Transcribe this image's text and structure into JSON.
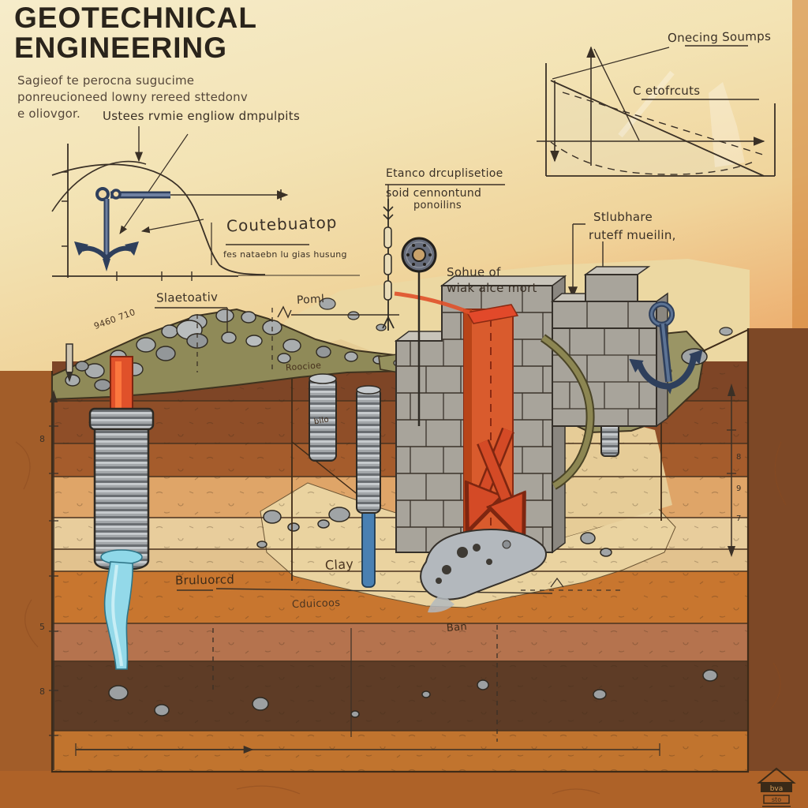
{
  "header": {
    "title": "GEOTECHNICAL ENGINEERING",
    "subtitle": "Sagieof te perocna sugucime ponreucioneed lowny rereed sttedonv e oliovgor."
  },
  "anchor_diagram": {
    "caption": "Ustees rvmie engliow dmpulpits",
    "title": "Coutebuatop",
    "subtitle": "fes nataebn lu gias husung"
  },
  "pressure_chart": {
    "series_label": "Onecing Soumps",
    "axis_label": "C etofrcuts"
  },
  "section_labels": {
    "drainage_title": "Etanco drcuplisetioe",
    "drainage_line2": "soid cennontund",
    "drainage_line3": "ponoilins",
    "gravel_blanket": "Slaetoativ",
    "panel": "Poml",
    "seepage_line1": "Sohue of",
    "seepage_line2": "wiak alce mort",
    "wall_line1": "Stlubhare",
    "wall_line2": "ruteff mueilin,",
    "elevation_note": "9460 710",
    "soil_note_upper": "Roocioe",
    "soil_note_mid": "bilo",
    "clay": "Clay",
    "aquifer_band": "Bruluorcd",
    "lower_band": "Cduicoos",
    "bedrock_note": "Ban"
  },
  "rulers": {
    "left_marks": [
      "8",
      "5",
      "8"
    ],
    "right_marks": [
      "8",
      "9",
      "7"
    ]
  },
  "stamp": {
    "line1": "bva",
    "line2": "sto"
  },
  "palette": {
    "page_cream": "#F6ECCA",
    "page_orange": "#EBA25A",
    "ink": "#3A3026",
    "sand": "#ECD8A2",
    "topsoil_green": "#95915E",
    "soil_dark_brown": "#7E4526",
    "soil_orange": "#C8762F",
    "soil_salmon": "#B5734E",
    "soil_deep_brown": "#5E3C26",
    "concrete_gray": "#A8A49B",
    "grout_orange": "#D95B2D",
    "arrow_red": "#D44A26",
    "water_cyan": "#8FD8E8",
    "anchor_navy": "#2E3F5C",
    "pipe_blue": "#4A80B2"
  }
}
